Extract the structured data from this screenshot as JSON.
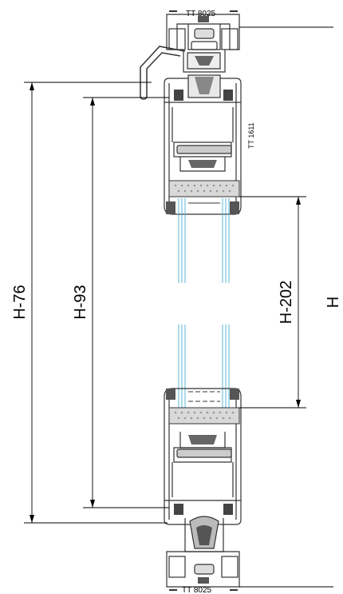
{
  "profile_labels": {
    "top": "TT 8025",
    "side": "TT 1611",
    "bottom": "TT 8025"
  },
  "dimensions": {
    "outer": "H-76",
    "inner": "H-93",
    "glass": "H-202",
    "total": "H"
  },
  "colors": {
    "line": "#000000",
    "profile_fill": "#ffffff",
    "profile_stroke": "#333333",
    "gasket": "#444444",
    "glass": "#5ab7d6",
    "spacer_fill": "#d9d9d9"
  }
}
